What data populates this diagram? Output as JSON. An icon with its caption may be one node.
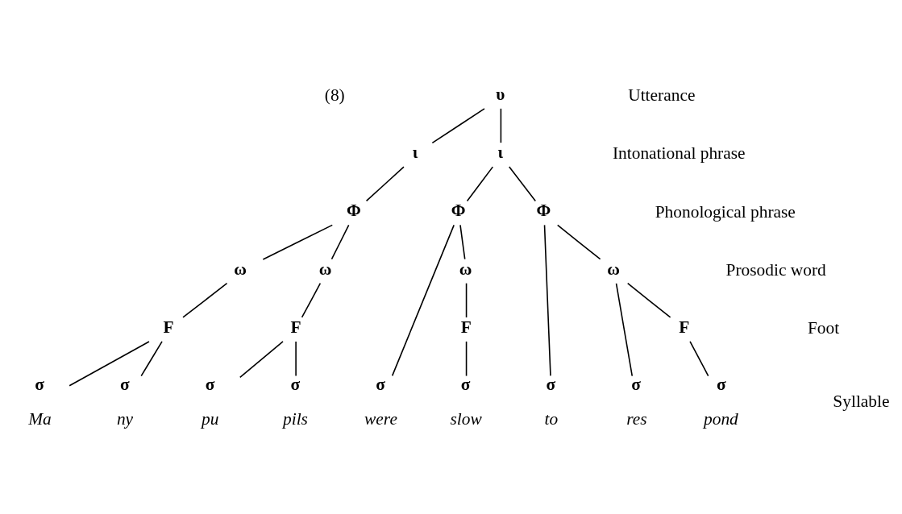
{
  "diagram": {
    "nodes": [
      {
        "text": [
          "υ"
        ]
      },
      {
        "text": [
          "ι"
        ]
      },
      {
        "text": [
          "ι"
        ]
      },
      {
        "text": [
          "Φ"
        ]
      },
      {
        "text": [
          "Φ"
        ]
      },
      {
        "text": [
          "Φ"
        ]
      },
      {
        "text": [
          "ω"
        ]
      },
      {
        "text": [
          "ω"
        ]
      },
      {
        "text": [
          "ω"
        ]
      },
      {
        "text": [
          "ω"
        ]
      },
      {
        "text": [
          "F"
        ]
      },
      {
        "text": [
          "F"
        ]
      },
      {
        "text": [
          "F"
        ]
      },
      {
        "text": [
          "F"
        ]
      },
      {
        "text": [
          "σ"
        ],
        "beside": [
          "Ma"
        ]
      },
      {
        "text": [
          "σ"
        ],
        "beside": [
          "ny"
        ]
      },
      {
        "text": [
          "σ"
        ],
        "beside": [
          "pu"
        ]
      },
      {
        "text": [
          "σ"
        ],
        "beside": [
          "pils"
        ]
      },
      {
        "text": [
          "σ"
        ],
        "beside": [
          "were"
        ]
      },
      {
        "text": [
          "σ"
        ],
        "beside": [
          "slow"
        ]
      },
      {
        "text": [
          "σ"
        ],
        "beside": [
          "to"
        ]
      },
      {
        "text": [
          "σ"
        ],
        "beside": [
          "res"
        ]
      },
      {
        "text": [
          "σ"
        ],
        "beside": [
          "pond"
        ]
      }
    ],
    "edges": [
      {
        "from": 0,
        "to": 1,
        "arrow": "none"
      },
      {
        "from": 0,
        "to": 2,
        "arrow": "none"
      },
      {
        "from": 1,
        "to": 3,
        "arrow": "none"
      },
      {
        "from": 2,
        "to": 4,
        "arrow": "none"
      },
      {
        "from": 2,
        "to": 5,
        "arrow": "none"
      },
      {
        "from": 3,
        "to": 6,
        "arrow": "none"
      },
      {
        "from": 3,
        "to": 7,
        "arrow": "none"
      },
      {
        "from": 4,
        "to": 18,
        "arrow": "none"
      },
      {
        "from": 4,
        "to": 8,
        "arrow": "none"
      },
      {
        "from": 5,
        "to": 20,
        "arrow": "none"
      },
      {
        "from": 5,
        "to": 9,
        "arrow": "none"
      },
      {
        "from": 6,
        "to": 10,
        "arrow": "none"
      },
      {
        "from": 7,
        "to": 11,
        "arrow": "none"
      },
      {
        "from": 8,
        "to": 12,
        "arrow": "none"
      },
      {
        "from": 9,
        "to": 21,
        "arrow": "none"
      },
      {
        "from": 9,
        "to": 13,
        "arrow": "none"
      },
      {
        "from": 10,
        "to": 14,
        "arrow": "none"
      },
      {
        "from": 10,
        "to": 15,
        "arrow": "none"
      },
      {
        "from": 11,
        "to": 16,
        "arrow": "none"
      },
      {
        "from": 11,
        "to": 17,
        "arrow": "none"
      },
      {
        "from": 12,
        "to": 19,
        "arrow": "none"
      },
      {
        "from": 13,
        "to": 22,
        "arrow": "none"
      }
    ],
    "labels": [
      "(8)",
      "Utterance",
      "Intonational phrase",
      "Phonological phrase",
      "Prosodic word",
      "Foot",
      "Syllable"
    ]
  }
}
